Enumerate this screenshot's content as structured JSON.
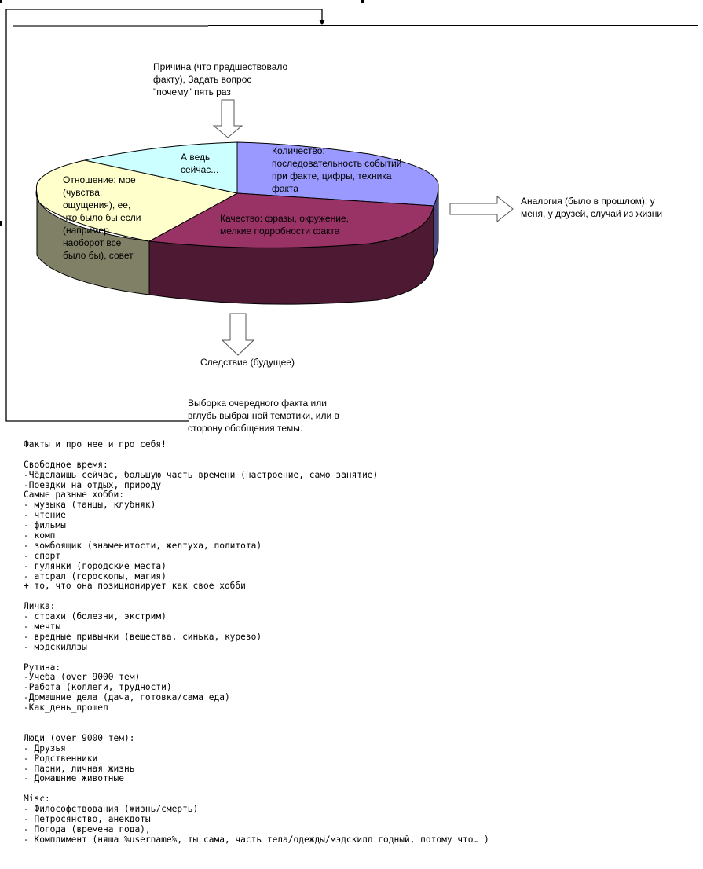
{
  "diagram": {
    "cause_label": "Причина (что предшествовало\nфакту), Задать вопрос\n\"почему\" пять раз",
    "analogy_label": "Аналогия (было в прошлом): у\nменя, у друзей, случай из жизни",
    "consequence_label": "Следствие (будущее)",
    "next_fact_label": "Выборка очередного факта или\nвглубь выбранной тематики, или в\nсторону обобщения темы.",
    "pie_slices": [
      {
        "id": "quantity",
        "label": "Количество:\nпоследовательность событий\nпри факте, цифры, техника\nфакта",
        "top_color": "#9999ff",
        "side_color": "#4a4a80"
      },
      {
        "id": "quality",
        "label": "Качество: фразы, окружение,\nмелкие подробности факта",
        "top_color": "#993366",
        "side_color": "#4d1933"
      },
      {
        "id": "attitude",
        "label": "Отношение: мое\n(чувства,\nощущения), ее,\nчто было бы если\n(например\nнаоборот все\nбыло бы), совет",
        "top_color": "#ffffcc",
        "side_color": "#808066"
      },
      {
        "id": "now",
        "label": "А ведь\nсейчас...",
        "top_color": "#ccffff",
        "side_color": "#668080"
      }
    ]
  },
  "notes": {
    "lines": [
      "Факты и про нее и про себя!",
      "",
      "Свободное время:",
      "-Чёделаишь сейчас, большую часть времени (настроение, само занятие)",
      "-Поездки на отдых, природу",
      "Самые разные хобби:",
      "- музыка (танцы, клубняк)",
      "- чтение",
      "- фильмы",
      "- комп",
      "- зомбоящик (знаменитости, желтуха, политота)",
      "- спорт",
      "- гулянки (городские места)",
      "- атсрал (гороскопы, магия)",
      "+ то, что она позиционирует как свое хобби",
      "",
      "Личка:",
      "- страхи (болезни, экстрим)",
      "- мечты",
      "- вредные привычки (вещества, синька, курево)",
      "- мэдскиллзы",
      "",
      "Рутина:",
      "-Учеба (over 9000 тем)",
      "-Работа (коллеги, трудности)",
      "-Домашние дела (дача, готовка/сама еда)",
      "-Как_день_прошел",
      "",
      "",
      "Люди (over 9000 тем):",
      "- Друзья",
      "- Родственники",
      "- Парни, личная жизнь",
      "- Домашние животные",
      "",
      "Misc:",
      "- Философствования (жизнь/смерть)",
      "- Петросянство, анекдоты",
      "- Погода (времена года),",
      "- Комплимент (няша %username%, ты сама, часть тела/одежды/мэдскилл годный, потому что… )"
    ]
  }
}
